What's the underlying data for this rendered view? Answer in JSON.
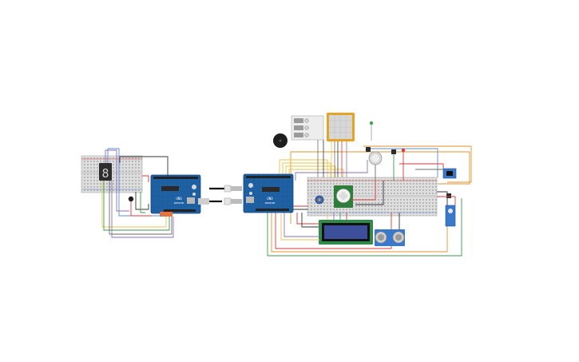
{
  "left_circuit": {
    "seven_segment": {
      "digit": "8"
    },
    "arduino": {
      "brand": "UNO",
      "model": "ARDUINO"
    }
  },
  "right_circuit": {
    "arduino": {
      "brand": "UNO",
      "model": "ARDUINO"
    }
  },
  "colors": {
    "board": "#1d5fa0",
    "breadboard": "#dcdcdc",
    "wire_red": "#d83a3a",
    "wire_yellow": "#e9c64a",
    "wire_green": "#3b9a4a",
    "wire_orange": "#e3922d",
    "wire_blue": "#5b8fd6",
    "wire_purple": "#8e6fb3",
    "wire_gray": "#6c6c6c",
    "wire_black": "#333333",
    "lcd_screen": "#3d4e9a",
    "keypad_frame": "#e6a326"
  }
}
